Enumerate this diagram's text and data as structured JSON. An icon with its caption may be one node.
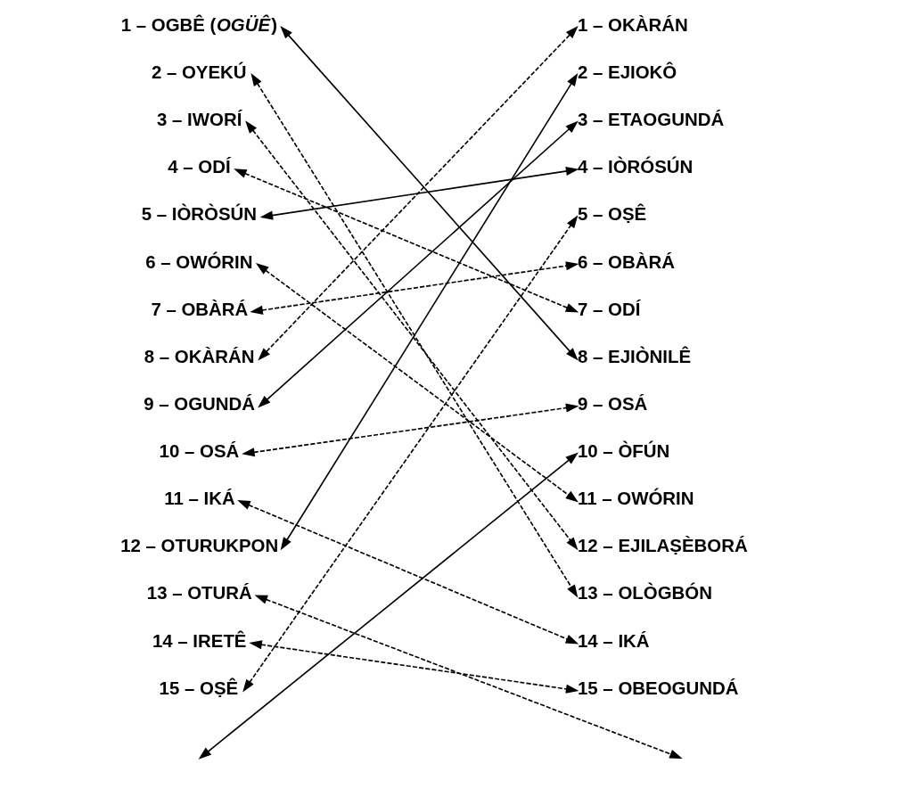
{
  "diagram": {
    "nodes": [
      {
        "text": [
          "1 – OGBÊ (*OGÜÊ*)"
        ]
      },
      {
        "text": [
          "2 – OYEKÚ"
        ]
      },
      {
        "text": [
          "3 – IWORÍ"
        ]
      },
      {
        "text": [
          "4 – ODÍ"
        ]
      },
      {
        "text": [
          "5 – IÒRÒSÚN"
        ]
      },
      {
        "text": [
          "6 – OWÓRIN"
        ]
      },
      {
        "text": [
          "7 – OBÀRÁ"
        ]
      },
      {
        "text": [
          "8 – OKÀRÁN"
        ]
      },
      {
        "text": [
          "9 – OGUNDÁ"
        ]
      },
      {
        "text": [
          "10 – OSÁ"
        ]
      },
      {
        "text": [
          "11 – IKÁ"
        ]
      },
      {
        "text": [
          "12 – OTURUKPON"
        ]
      },
      {
        "text": [
          "13 – OTURÁ"
        ]
      },
      {
        "text": [
          "14 – IRETÊ"
        ]
      },
      {
        "text": [
          "15 – OṢÊ"
        ]
      },
      {
        "text": [
          "1 – OKÀRÁN"
        ]
      },
      {
        "text": [
          "2 – EJIOKÔ"
        ]
      },
      {
        "text": [
          "3 – ETAOGUNDÁ"
        ]
      },
      {
        "text": [
          "4 – IÒRÓSÚN"
        ]
      },
      {
        "text": [
          "5 – OṢÊ"
        ]
      },
      {
        "text": [
          "6 – OBÀRÁ"
        ]
      },
      {
        "text": [
          "7 – ODÍ"
        ]
      },
      {
        "text": [
          "8 – EJIÒNILÊ"
        ]
      },
      {
        "text": [
          "9 – OSÁ"
        ]
      },
      {
        "text": [
          "10 – ÒFÚN"
        ]
      },
      {
        "text": [
          "11 – OWÓRIN"
        ]
      },
      {
        "text": [
          "12 – EJILAṢÈBORÁ"
        ]
      },
      {
        "text": [
          "13 – OLÒGBÓN"
        ]
      },
      {
        "text": [
          "14 – IKÁ"
        ]
      },
      {
        "text": [
          "15 – OBEOGUNDÁ"
        ]
      }
    ],
    "edges": [
      {
        "from": 0,
        "to": 22,
        "arrow": "both"
      },
      {
        "from": 1,
        "to": 27,
        "arrow": "both",
        "style": "dashed"
      },
      {
        "from": 2,
        "to": 26,
        "arrow": "both",
        "style": "dashed"
      },
      {
        "from": 3,
        "to": 21,
        "arrow": "both",
        "style": "dashed"
      },
      {
        "from": 4,
        "to": 18,
        "arrow": "both"
      },
      {
        "from": 5,
        "to": 25,
        "arrow": "both",
        "style": "dashed"
      },
      {
        "from": 6,
        "to": 20,
        "arrow": "both",
        "style": "dashed"
      },
      {
        "from": 7,
        "to": 15,
        "arrow": "both",
        "style": "dashed"
      },
      {
        "from": 8,
        "to": 17,
        "arrow": "both"
      },
      {
        "from": 9,
        "to": 23,
        "arrow": "both",
        "style": "dashed"
      },
      {
        "from": 10,
        "to": 28,
        "arrow": "both",
        "style": "dashed"
      },
      {
        "from": 11,
        "to": 16,
        "arrow": "both"
      },
      {
        "from": 12,
        "to": null,
        "arrow": "both",
        "style": "dashed"
      },
      {
        "from": 13,
        "to": 29,
        "arrow": "both",
        "style": "dashed"
      },
      {
        "from": 14,
        "to": 19,
        "arrow": "both",
        "style": "dashed"
      },
      {
        "from": null,
        "to": 24,
        "arrow": "both"
      }
    ]
  }
}
